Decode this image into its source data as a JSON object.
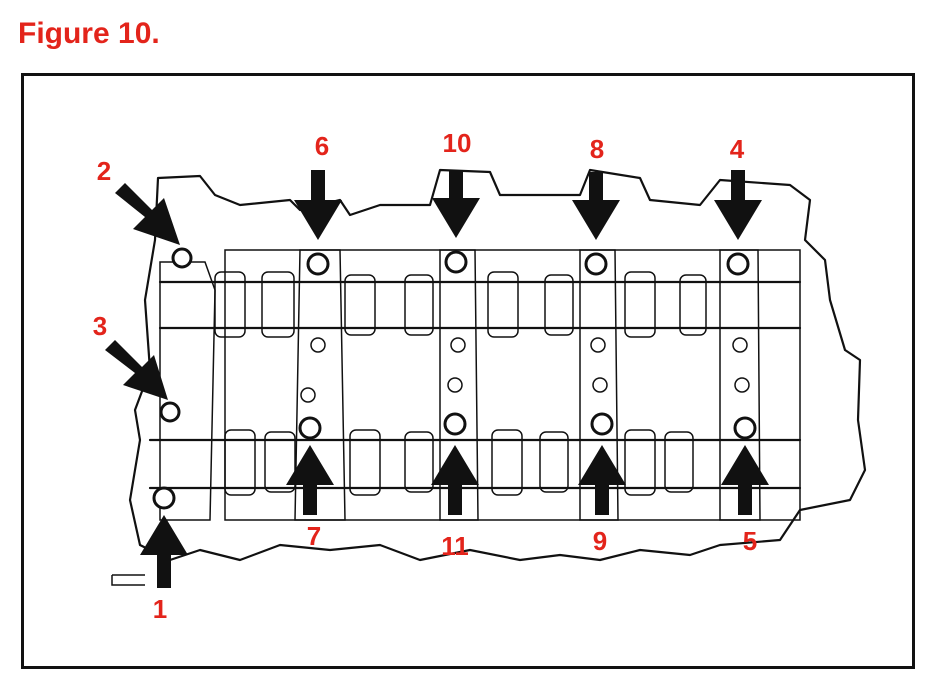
{
  "figure": {
    "title": "Figure 10.",
    "title_color": "#e3241b"
  },
  "callouts": [
    {
      "id": "1",
      "label": "1",
      "dir": "up"
    },
    {
      "id": "2",
      "label": "2",
      "dir": "diag"
    },
    {
      "id": "3",
      "label": "3",
      "dir": "diag"
    },
    {
      "id": "4",
      "label": "4",
      "dir": "down"
    },
    {
      "id": "5",
      "label": "5",
      "dir": "up"
    },
    {
      "id": "6",
      "label": "6",
      "dir": "down"
    },
    {
      "id": "7",
      "label": "7",
      "dir": "up"
    },
    {
      "id": "8",
      "label": "8",
      "dir": "down"
    },
    {
      "id": "9",
      "label": "9",
      "dir": "up"
    },
    {
      "id": "10",
      "label": "10",
      "dir": "down"
    },
    {
      "id": "11",
      "label": "11",
      "dir": "up"
    }
  ],
  "colors": {
    "label": "#e3241b",
    "arrow": "#111111",
    "line": "#111111"
  }
}
